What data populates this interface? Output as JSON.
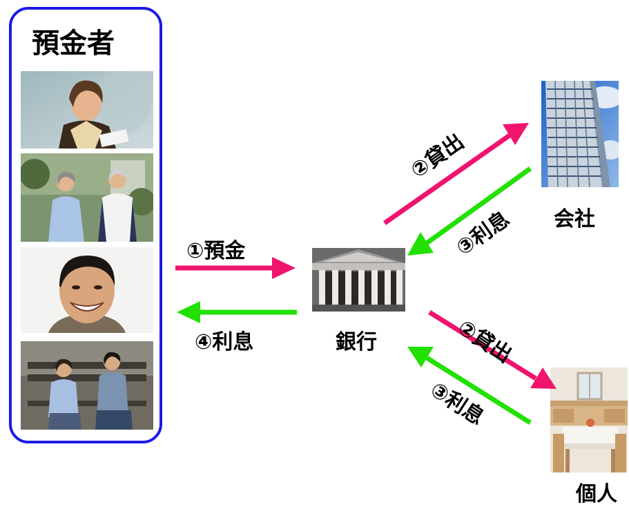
{
  "depositors": {
    "title": "預金者"
  },
  "flows": {
    "deposit": "①預金",
    "interest_to_depositors": "④利息",
    "loan_company": "②貸出",
    "interest_from_company": "③利息",
    "loan_individual": "②貸出",
    "interest_from_individual": "③利息"
  },
  "nodes": {
    "bank": "銀行",
    "company": "会社",
    "individual": "個人"
  },
  "colors": {
    "loan_arrow": "#f0146e",
    "interest_arrow": "#22e000",
    "border": "#1a1ae6"
  }
}
